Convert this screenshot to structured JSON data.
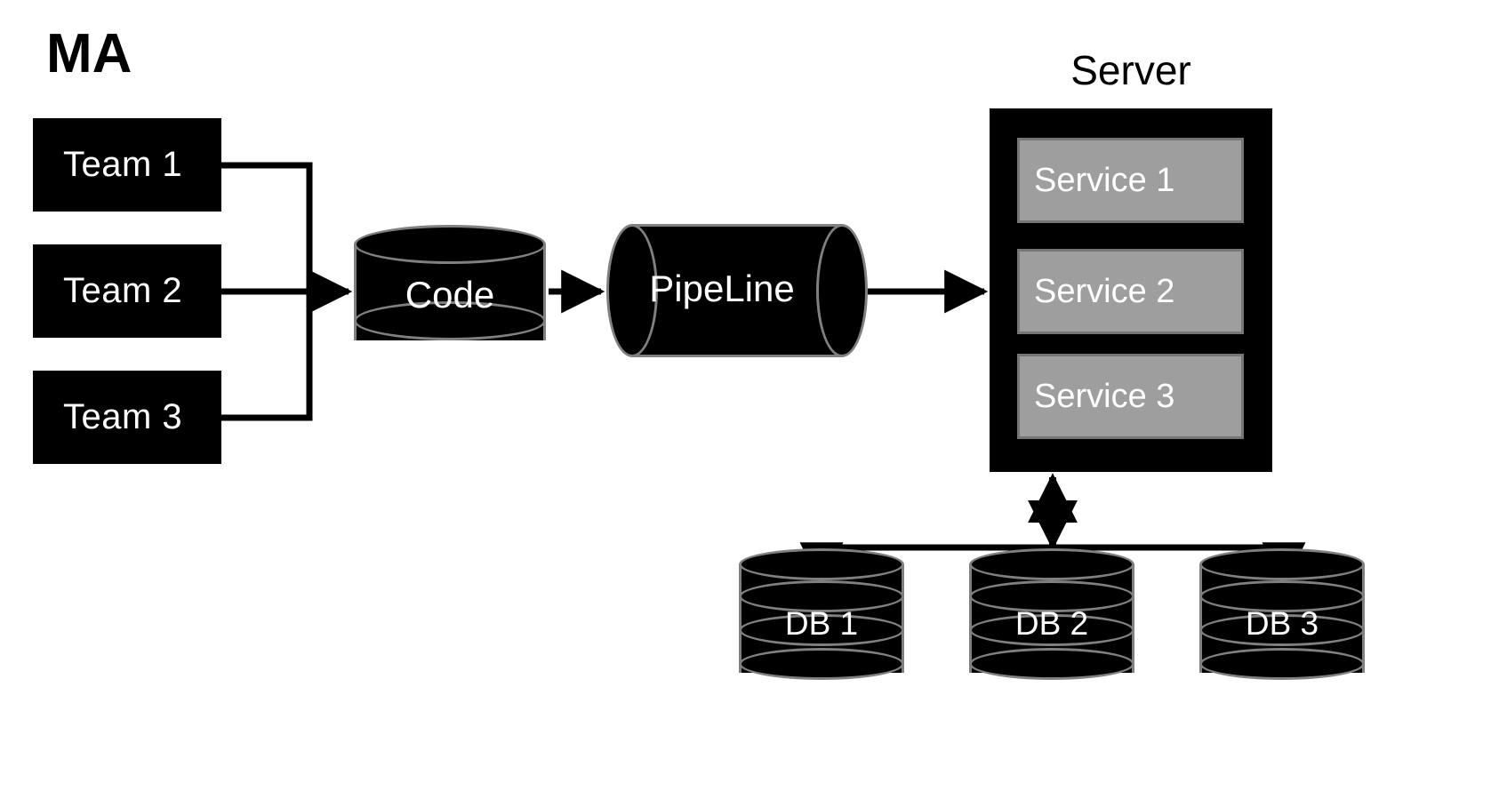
{
  "diagram": {
    "title": "MA",
    "background_color": "#ffffff",
    "groups": {
      "ma": {
        "label": "MA",
        "teams": [
          {
            "label": "Team 1"
          },
          {
            "label": "Team 2"
          },
          {
            "label": "Team 3"
          }
        ]
      },
      "server": {
        "caption": "Server",
        "services": [
          {
            "label": "Service 1"
          },
          {
            "label": "Service 2"
          },
          {
            "label": "Service 3"
          }
        ]
      }
    },
    "nodes": {
      "code": {
        "label": "Code",
        "shape": "cylinder"
      },
      "pipeline": {
        "label": "PipeLine",
        "shape": "horizontal-cylinder"
      }
    },
    "databases": [
      {
        "label": "DB 1"
      },
      {
        "label": "DB 2"
      },
      {
        "label": "DB 3"
      }
    ],
    "colors": {
      "node_fill": "#000000",
      "node_stroke": "#808080",
      "node_text": "#ffffff",
      "service_fill": "#9e9e9e",
      "service_stroke": "#757575",
      "service_text": "#ffffff",
      "team_fill": "#000000",
      "team_text": "#ffffff",
      "connector": "#000000",
      "title_text": "#000000"
    },
    "connectors": [
      {
        "from": "Team 1",
        "to": "Code",
        "style": "elbow",
        "arrow": "single"
      },
      {
        "from": "Team 2",
        "to": "Code",
        "style": "straight",
        "arrow": "single"
      },
      {
        "from": "Team 3",
        "to": "Code",
        "style": "elbow",
        "arrow": "single"
      },
      {
        "from": "Code",
        "to": "PipeLine",
        "style": "straight",
        "arrow": "single"
      },
      {
        "from": "PipeLine",
        "to": "Server",
        "style": "straight",
        "arrow": "single"
      },
      {
        "from": "Server",
        "to": "DB 1",
        "style": "elbow",
        "arrow": "single"
      },
      {
        "from": "Server",
        "to": "DB 2",
        "style": "straight",
        "arrow": "double"
      },
      {
        "from": "Server",
        "to": "DB 3",
        "style": "elbow",
        "arrow": "single"
      }
    ]
  }
}
